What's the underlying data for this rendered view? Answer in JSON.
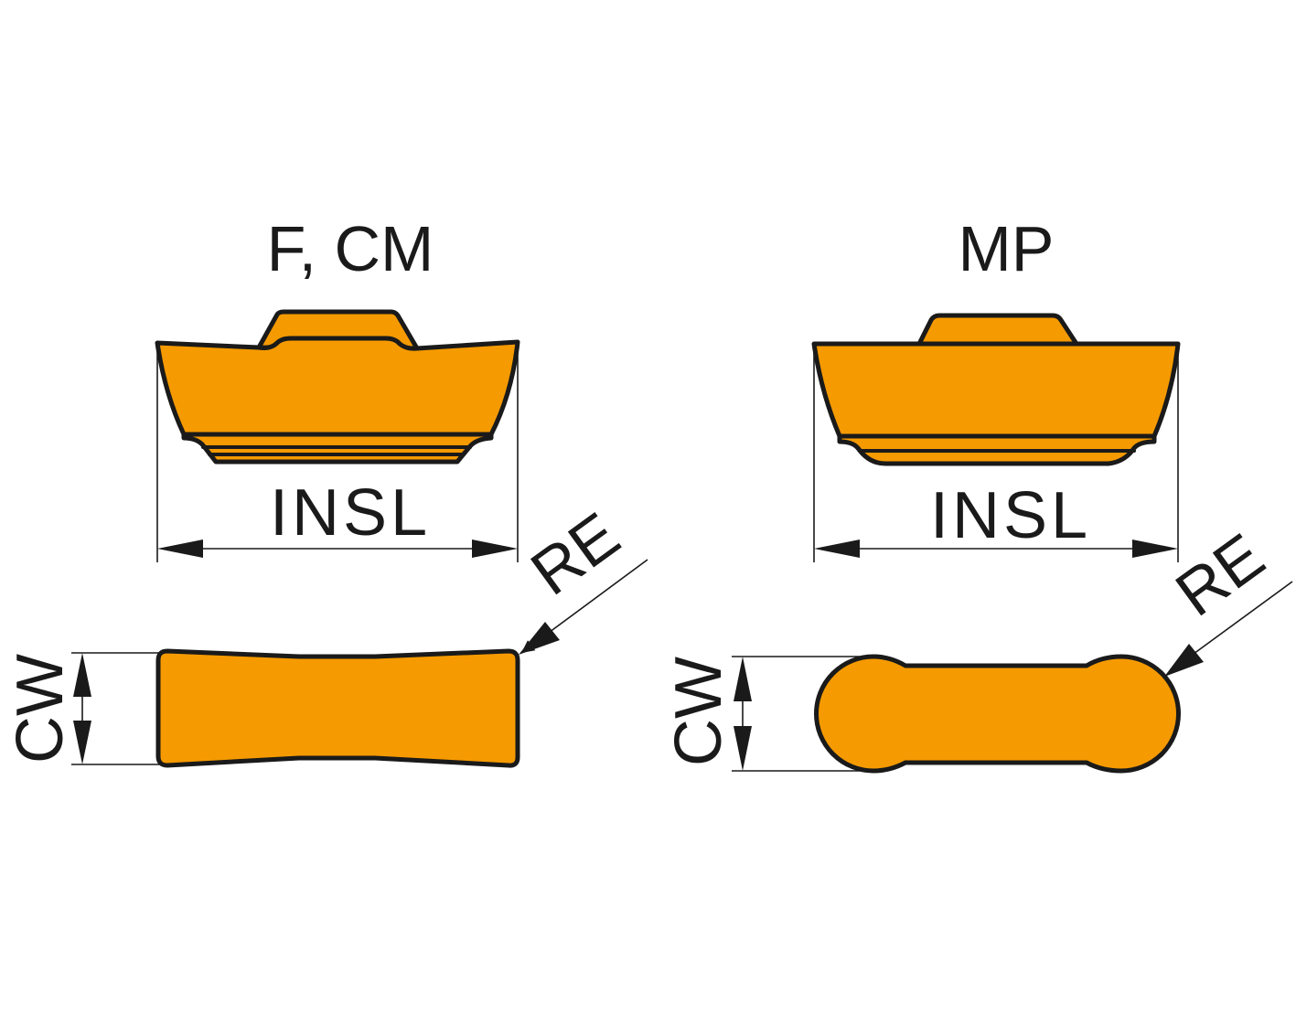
{
  "colors": {
    "insert_fill": "#F59A00",
    "outline": "#1a1a1a"
  },
  "left_view": {
    "title": "F, CM",
    "length_label": "INSL",
    "radius_label": "RE",
    "width_label": "CW"
  },
  "right_view": {
    "title": "MP",
    "length_label": "INSL",
    "radius_label": "RE",
    "width_label": "CW"
  }
}
